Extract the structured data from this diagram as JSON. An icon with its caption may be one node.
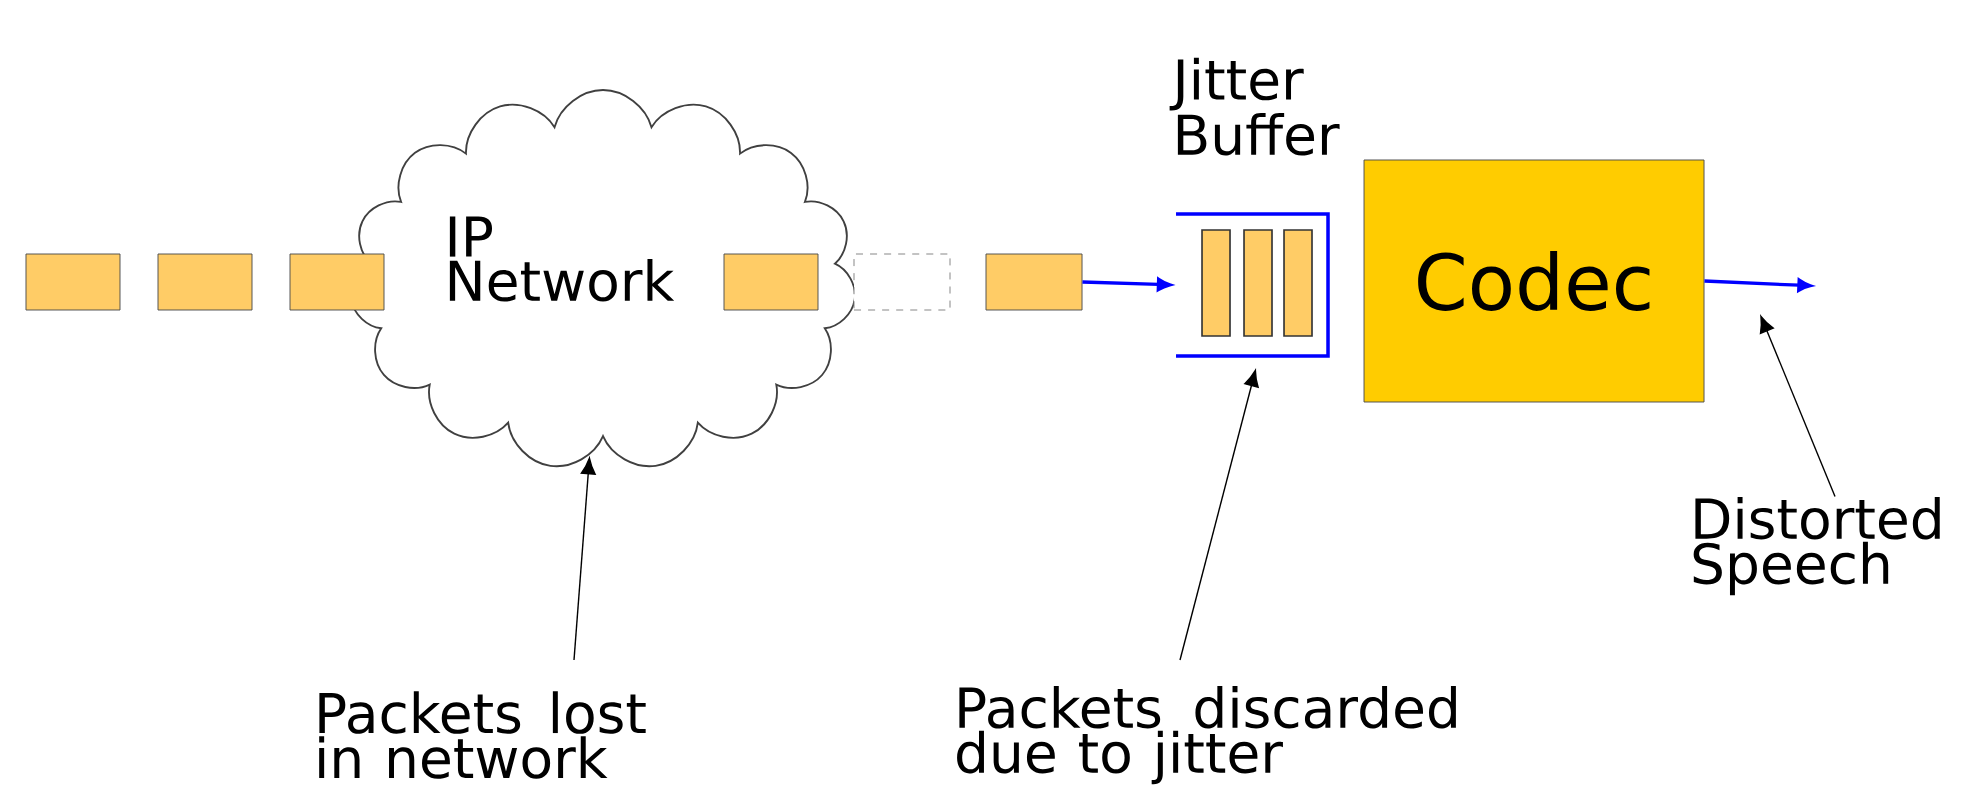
{
  "diagram": {
    "nodes": [
      {
        "text": [],
        "shape": "box"
      },
      {
        "text": [],
        "shape": "box"
      },
      {
        "text": [],
        "shape": "box"
      },
      {
        "text": [
          "IP Network"
        ]
      },
      {
        "text": [],
        "shape": "box",
        "in": 3
      },
      {
        "text": [],
        "shape": "box"
      },
      {
        "text": [],
        "shape": "box"
      },
      {
        "text": [
          "Jitter Buffer"
        ]
      },
      {
        "text": [],
        "shape": "bar",
        "in": 7
      },
      {
        "text": [],
        "shape": "bar",
        "in": 7
      },
      {
        "text": [],
        "shape": "bar",
        "in": 7
      },
      {
        "text": [
          "Codec"
        ]
      },
      {
        "text": [
          "Distorted Speech"
        ]
      },
      {
        "text": [
          "Packets lost in network"
        ]
      },
      {
        "text": [
          "Packets discarded due to jitter"
        ]
      }
    ],
    "edges": [
      {
        "from": 6,
        "to": 7,
        "arrow": "to",
        "color": "#0000ff"
      },
      {
        "from": 11,
        "to": null,
        "arrow": "to",
        "color": "#0000ff"
      },
      {
        "from": 13,
        "to": 3,
        "arrow": "to"
      },
      {
        "from": 14,
        "to": 7,
        "arrow": "to"
      },
      {
        "from": 12,
        "to": null,
        "arrow": "to"
      }
    ]
  }
}
